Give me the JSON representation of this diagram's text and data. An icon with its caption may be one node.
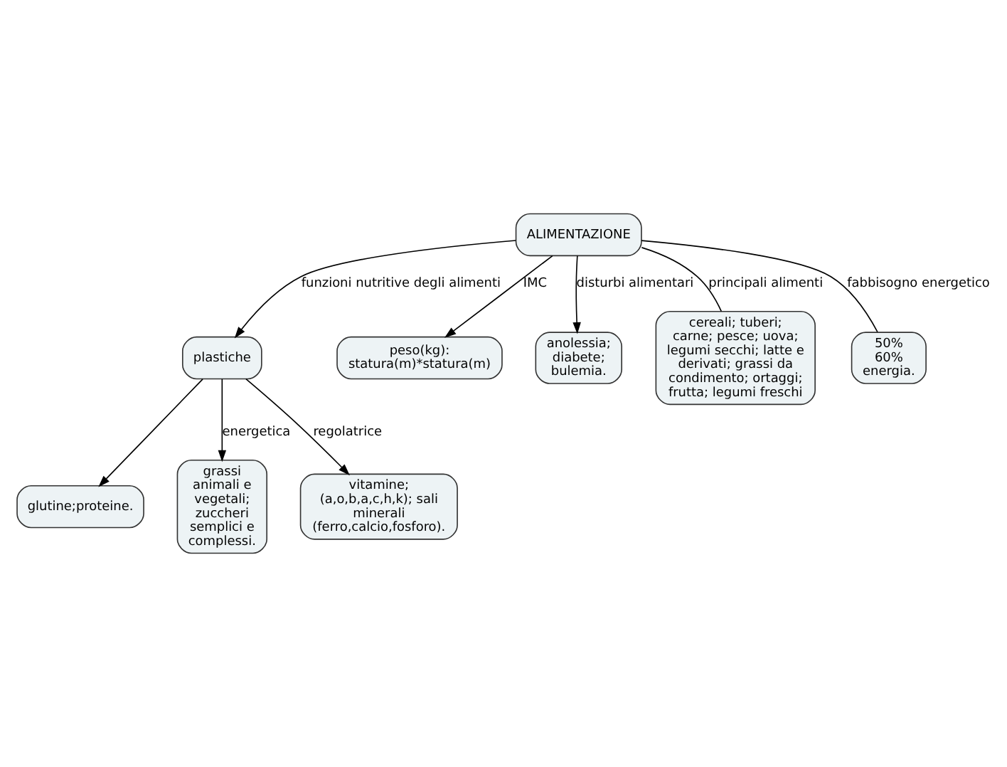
{
  "diagram": {
    "nodes": [
      {
        "text": [
          "ALIMENTAZIONE"
        ]
      },
      {
        "text": [
          "plastiche"
        ]
      },
      {
        "text": [
          "glutine;proteine."
        ]
      },
      {
        "text": [
          "grassi animali e vegetali; zuccheri semplici e complessi."
        ]
      },
      {
        "text": [
          "vitamine; (a,o,b,a,c,h,k); sali minerali (ferro,calcio,fosforo)."
        ]
      },
      {
        "text": [
          "peso(kg): statura(m)*statura(m)"
        ]
      },
      {
        "text": [
          "anolessia; diabete; bulemia."
        ]
      },
      {
        "text": [
          "cereali; tuberi; carne; pesce; uova; legumi secchi; latte e derivati; grassi da condimento; ortaggi; frutta; legumi freschi"
        ]
      },
      {
        "text": [
          "50% 60% energia."
        ]
      }
    ],
    "edges": [
      {
        "from": 0,
        "to": 1,
        "arrow": "to",
        "label": "funzioni nutritive degli alimenti"
      },
      {
        "from": 1,
        "to": 2,
        "arrow": "to"
      },
      {
        "from": 1,
        "to": 3,
        "arrow": "to",
        "label": "energetica"
      },
      {
        "from": 1,
        "to": 4,
        "arrow": "to",
        "label": "regolatrice"
      },
      {
        "from": 0,
        "to": 5,
        "arrow": "to",
        "label": "IMC"
      },
      {
        "from": 0,
        "to": 6,
        "arrow": "to",
        "label": "disturbi alimentari"
      },
      {
        "from": 0,
        "to": 7,
        "arrow": "none",
        "label": "principali alimenti"
      },
      {
        "from": 0,
        "to": 8,
        "arrow": "none",
        "label": "fabbisogno energetico"
      }
    ]
  }
}
